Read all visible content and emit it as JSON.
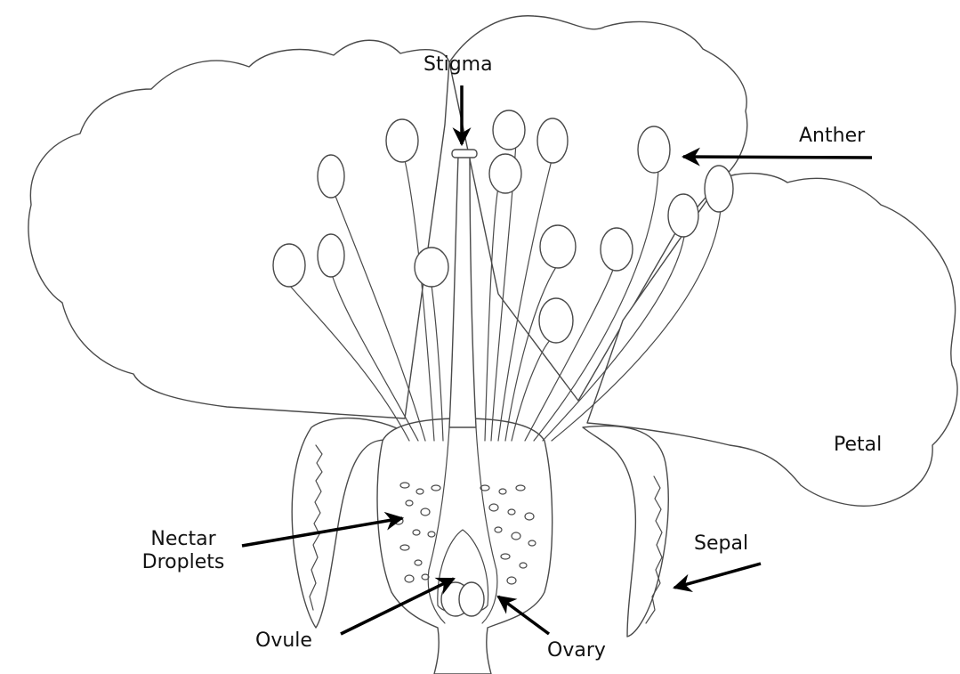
{
  "labels": {
    "stigma": "Stigma",
    "anther": "Anther",
    "petal": "Petal",
    "nectar_line1": "Nectar",
    "nectar_line2": "Droplets",
    "sepal": "Sepal",
    "ovule": "Ovule",
    "ovary": "Ovary"
  },
  "colors": {
    "ink": "#000000",
    "sketch": "#4a4a4a",
    "background": "#ffffff"
  }
}
